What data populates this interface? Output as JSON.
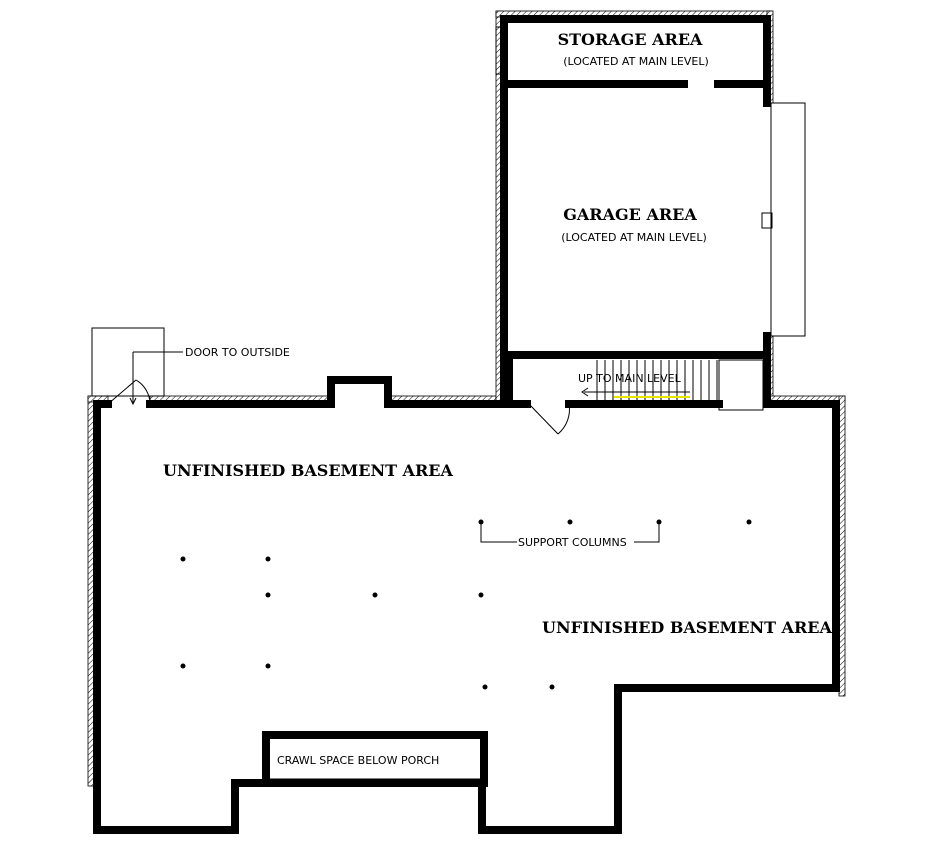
{
  "labels": {
    "storage_title": "STORAGE AREA",
    "storage_sub": "(LOCATED AT MAIN LEVEL)",
    "garage_title": "GARAGE AREA",
    "garage_sub": "(LOCATED AT MAIN LEVEL)",
    "stairs_note": "UP TO MAIN LEVEL",
    "door_note": "DOOR TO OUTSIDE",
    "basement_label_1": "UNFINISHED BASEMENT AREA",
    "basement_label_2": "UNFINISHED BASEMENT AREA",
    "columns_note": "SUPPORT COLUMNS",
    "crawl_note": "CRAWL SPACE BELOW PORCH"
  },
  "colors": {
    "wall": "#000000",
    "background": "#ffffff",
    "stair_marker": "#e6e600"
  }
}
